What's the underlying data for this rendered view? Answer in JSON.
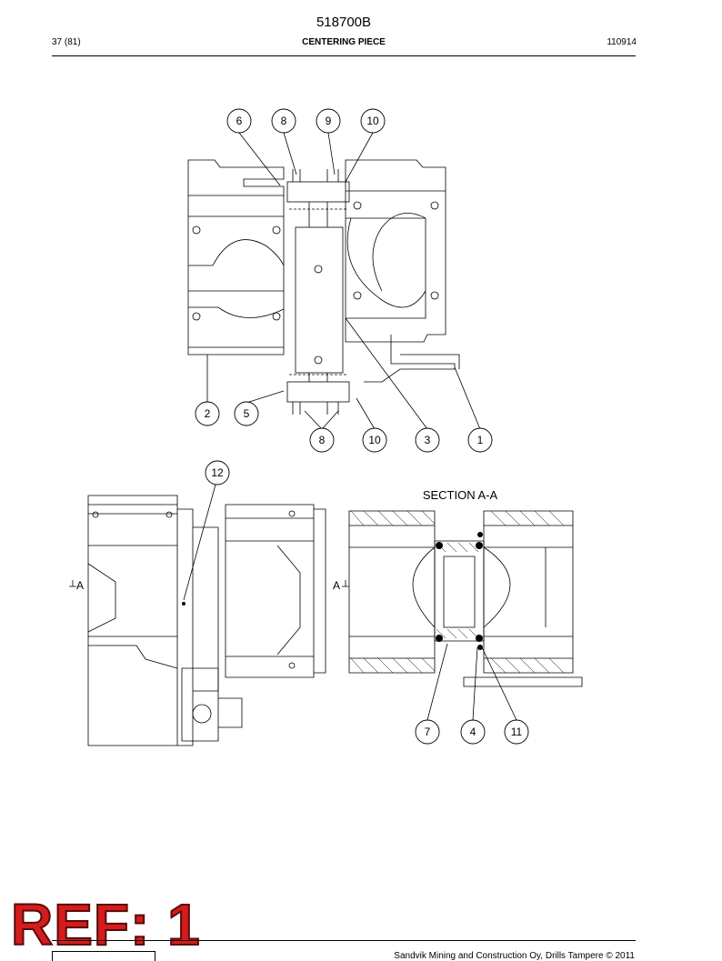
{
  "header": {
    "document_number": "518700B",
    "page": "37 (81)",
    "title": "CENTERING PIECE",
    "date_code": "110914"
  },
  "drawing": {
    "callouts": [
      "6",
      "8",
      "9",
      "10",
      "2",
      "5",
      "8",
      "10",
      "3",
      "1",
      "12",
      "7",
      "4",
      "11"
    ],
    "section_label": "SECTION  A-A",
    "section_marker": "A"
  },
  "stamp": {
    "text": "REF: 1",
    "color": "#d41c1c"
  },
  "footer": {
    "copyright": "Sandvik Mining and Construction Oy, Drills Tampere © 2011"
  }
}
